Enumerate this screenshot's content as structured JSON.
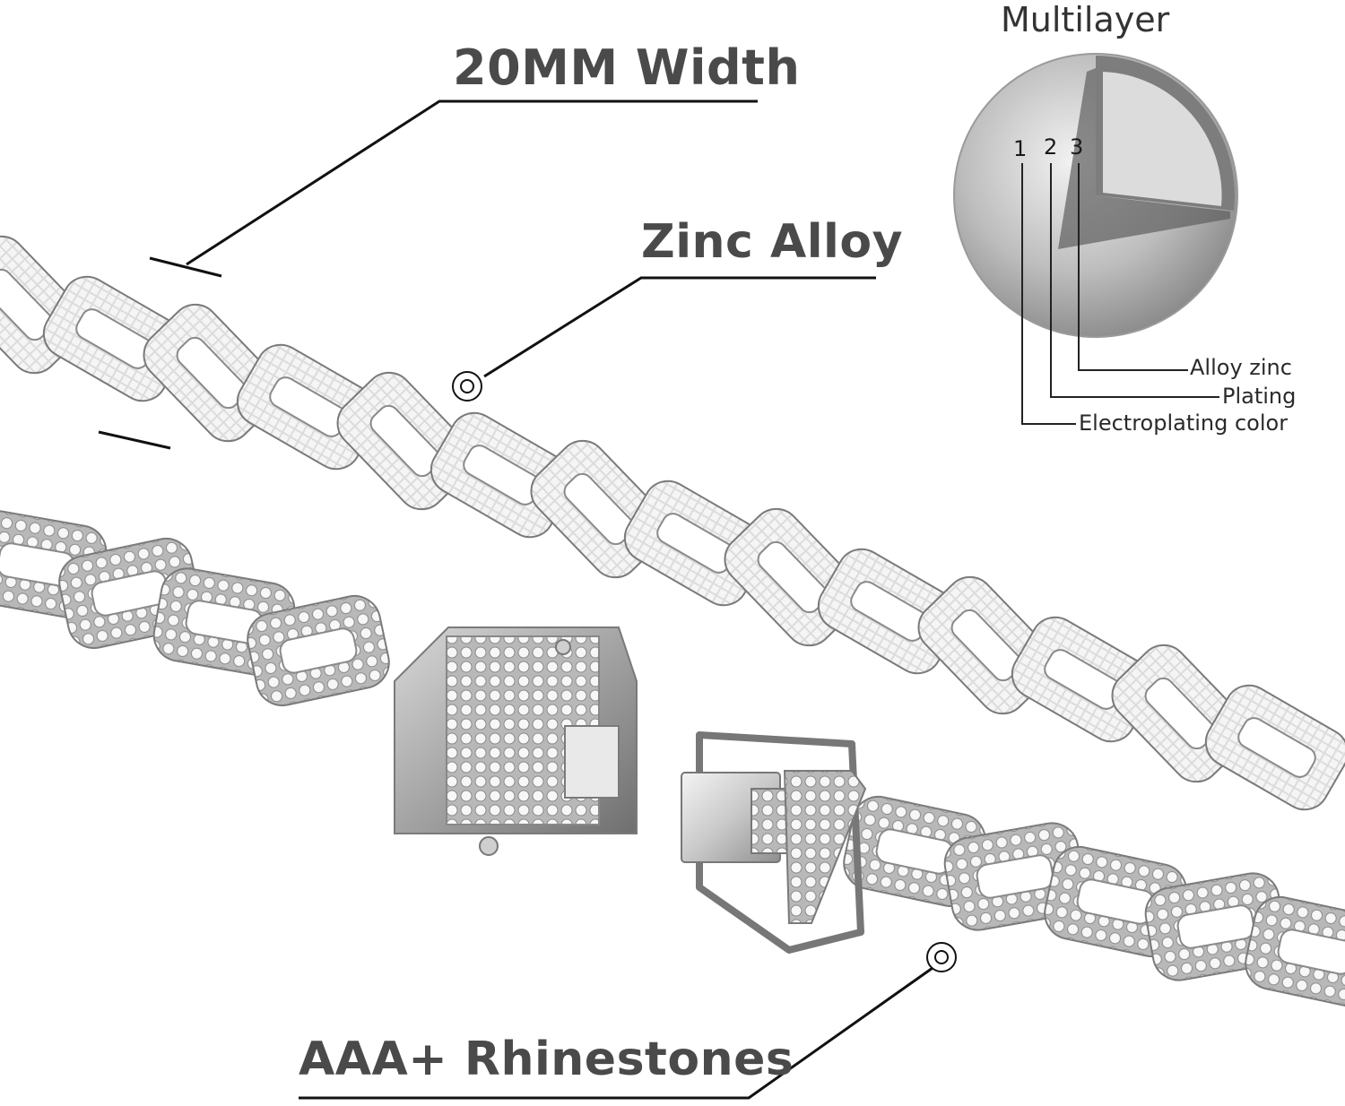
{
  "callouts": {
    "width": "20MM Width",
    "material": "Zinc Alloy",
    "stones": "AAA+ Rhinestones"
  },
  "diagram": {
    "title": "Multilayer",
    "layer_numbers": [
      "1",
      "2",
      "3"
    ],
    "layers": {
      "alloy": "Alloy zinc",
      "plating": "Plating",
      "electroplating": "Electroplating color"
    }
  },
  "colors": {
    "callout_text": "#4a4a4a",
    "line": "#111111",
    "metal_light": "#e6e6e6",
    "metal_dark": "#8a8a8a"
  }
}
